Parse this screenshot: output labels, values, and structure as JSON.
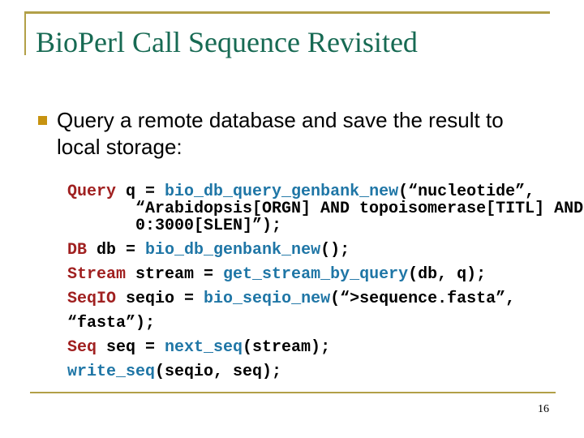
{
  "slide": {
    "title": "BioPerl Call Sequence Revisited",
    "page_number": "16",
    "bullet": {
      "marker": "square-bullet",
      "text": "Query a remote database and save the result to local storage:"
    },
    "colors": {
      "title_green": "#176A53",
      "accent_gold": "#B2A048",
      "bullet_gold": "#C79310",
      "code_keyword_red": "#A02020",
      "code_function_blue": "#1F76A6",
      "code_plain_black": "#000000"
    },
    "code": {
      "lines": [
        {
          "indent": 0,
          "gap": false,
          "segments": [
            {
              "text": "Query",
              "role": "keyword"
            },
            {
              "text": " q = ",
              "role": "plain"
            },
            {
              "text": "bio_db_query_genbank_new",
              "role": "function"
            },
            {
              "text": "(“nucleotide”,",
              "role": "plain"
            }
          ]
        },
        {
          "indent": 1,
          "gap": false,
          "segments": [
            {
              "text": "“Arabidopsis[ORGN] AND topoisomerase[TITL] AND",
              "role": "plain"
            }
          ]
        },
        {
          "indent": 1,
          "gap": false,
          "segments": [
            {
              "text": "0:3000[SLEN]”);",
              "role": "plain"
            }
          ]
        },
        {
          "indent": 0,
          "gap": true,
          "segments": [
            {
              "text": "DB",
              "role": "keyword"
            },
            {
              "text": " db = ",
              "role": "plain"
            },
            {
              "text": "bio_db_genbank_new",
              "role": "function"
            },
            {
              "text": "();",
              "role": "plain"
            }
          ]
        },
        {
          "indent": 0,
          "gap": true,
          "segments": [
            {
              "text": "Stream",
              "role": "keyword"
            },
            {
              "text": " stream = ",
              "role": "plain"
            },
            {
              "text": "get_stream_by_query",
              "role": "function"
            },
            {
              "text": "(db, q);",
              "role": "plain"
            }
          ]
        },
        {
          "indent": 0,
          "gap": true,
          "segments": [
            {
              "text": "SeqIO",
              "role": "keyword"
            },
            {
              "text": " seqio = ",
              "role": "plain"
            },
            {
              "text": "bio_seqio_new",
              "role": "function"
            },
            {
              "text": "(“>sequence.fasta”,",
              "role": "plain"
            }
          ]
        },
        {
          "indent": 0,
          "gap": true,
          "segments": [
            {
              "text": "“fasta”);",
              "role": "plain"
            }
          ]
        },
        {
          "indent": 0,
          "gap": true,
          "segments": [
            {
              "text": "Seq",
              "role": "keyword"
            },
            {
              "text": " seq = ",
              "role": "plain"
            },
            {
              "text": "next_seq",
              "role": "function"
            },
            {
              "text": "(stream);",
              "role": "plain"
            }
          ]
        },
        {
          "indent": 0,
          "gap": true,
          "segments": [
            {
              "text": "write_seq",
              "role": "function"
            },
            {
              "text": "(seqio, seq);",
              "role": "plain"
            }
          ]
        }
      ]
    }
  }
}
